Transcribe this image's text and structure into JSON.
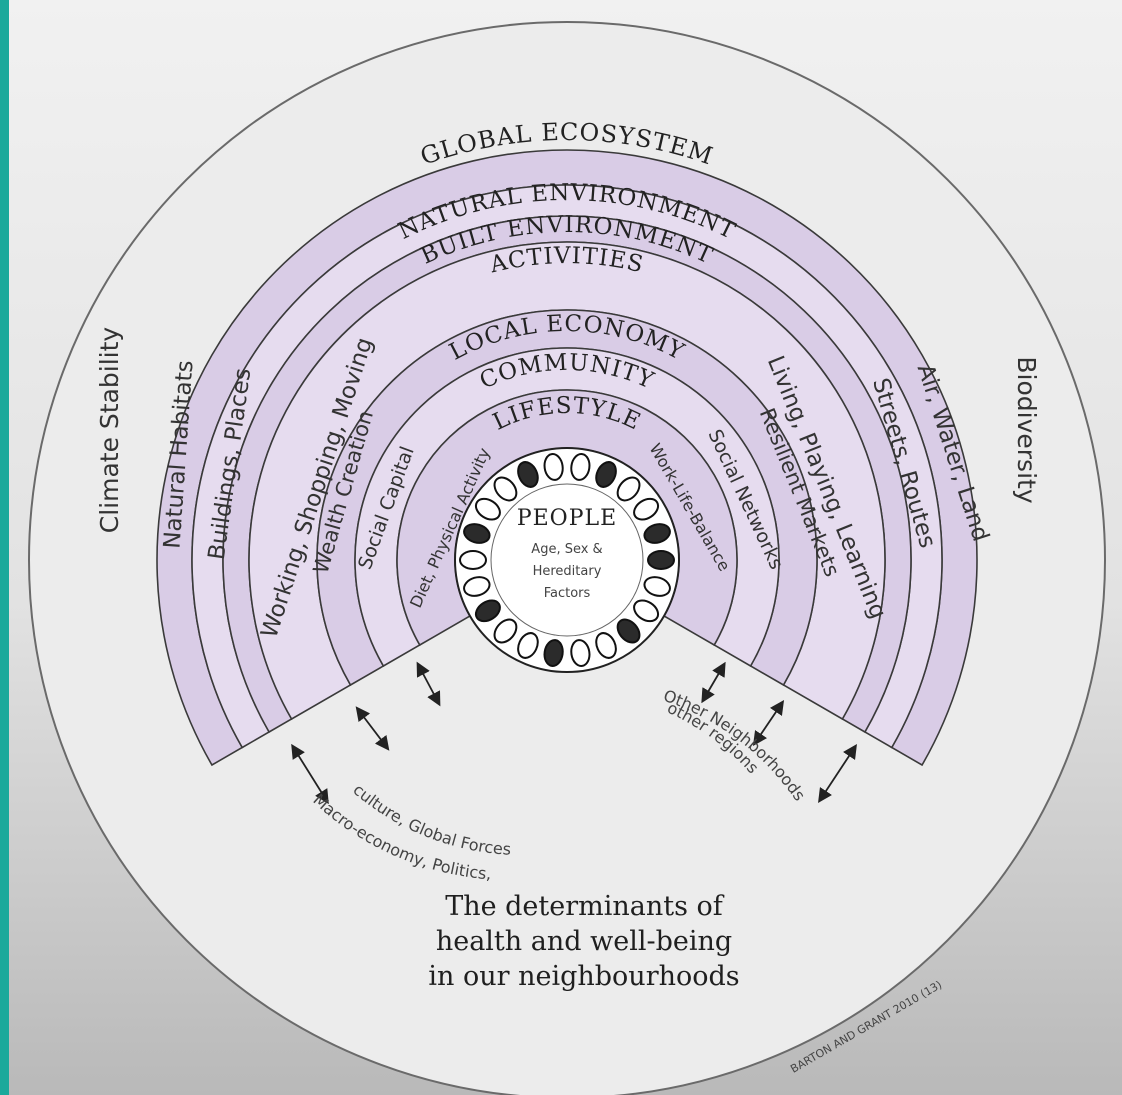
{
  "rings": {
    "global": "GLOBAL ECOSYSTEM",
    "natural": "NATURAL ENVIRONMENT",
    "built": "BUILT ENVIRONMENT",
    "activities": "ACTIVITIES",
    "economy": "LOCAL ECONOMY",
    "community": "COMMUNITY",
    "lifestyle": "LIFESTYLE"
  },
  "outer": {
    "left": "Climate Stability",
    "right": "Biodiversity"
  },
  "left_labels": {
    "natural": "Natural Habitats",
    "built": "Buildings, Places",
    "activities": "Working, Shopping, Moving",
    "economy": "Wealth Creation",
    "community": "Social Capital",
    "lifestyle": "Diet, Physical Activity"
  },
  "right_labels": {
    "natural": "Air, Water, Land",
    "built": "Streets, Routes",
    "activities": "Living, Playing, Learning",
    "economy": "Resilient Markets",
    "community": "Social Networks",
    "lifestyle": "Work-Life-Balance"
  },
  "center": {
    "title": "PEOPLE",
    "line1": "Age, Sex &",
    "line2": "Hereditary",
    "line3": "Factors"
  },
  "bottom_left": {
    "line1": "Macro-economy, Politics,",
    "line2": "culture, Global Forces"
  },
  "bottom_right": {
    "line1": "Other Neighborhoods",
    "line2": "other regions"
  },
  "caption": {
    "line1": "The determinants of",
    "line2": "health and well-being",
    "line3": "in our neighbourhoods"
  },
  "credit": "BARTON AND GRANT 2010 (13)",
  "colors": {
    "ring_fill_a": "#d9cce6",
    "ring_fill_b": "#e6dcef",
    "outer_disc": "#ececec",
    "accent_edge": "#1ba99b"
  }
}
